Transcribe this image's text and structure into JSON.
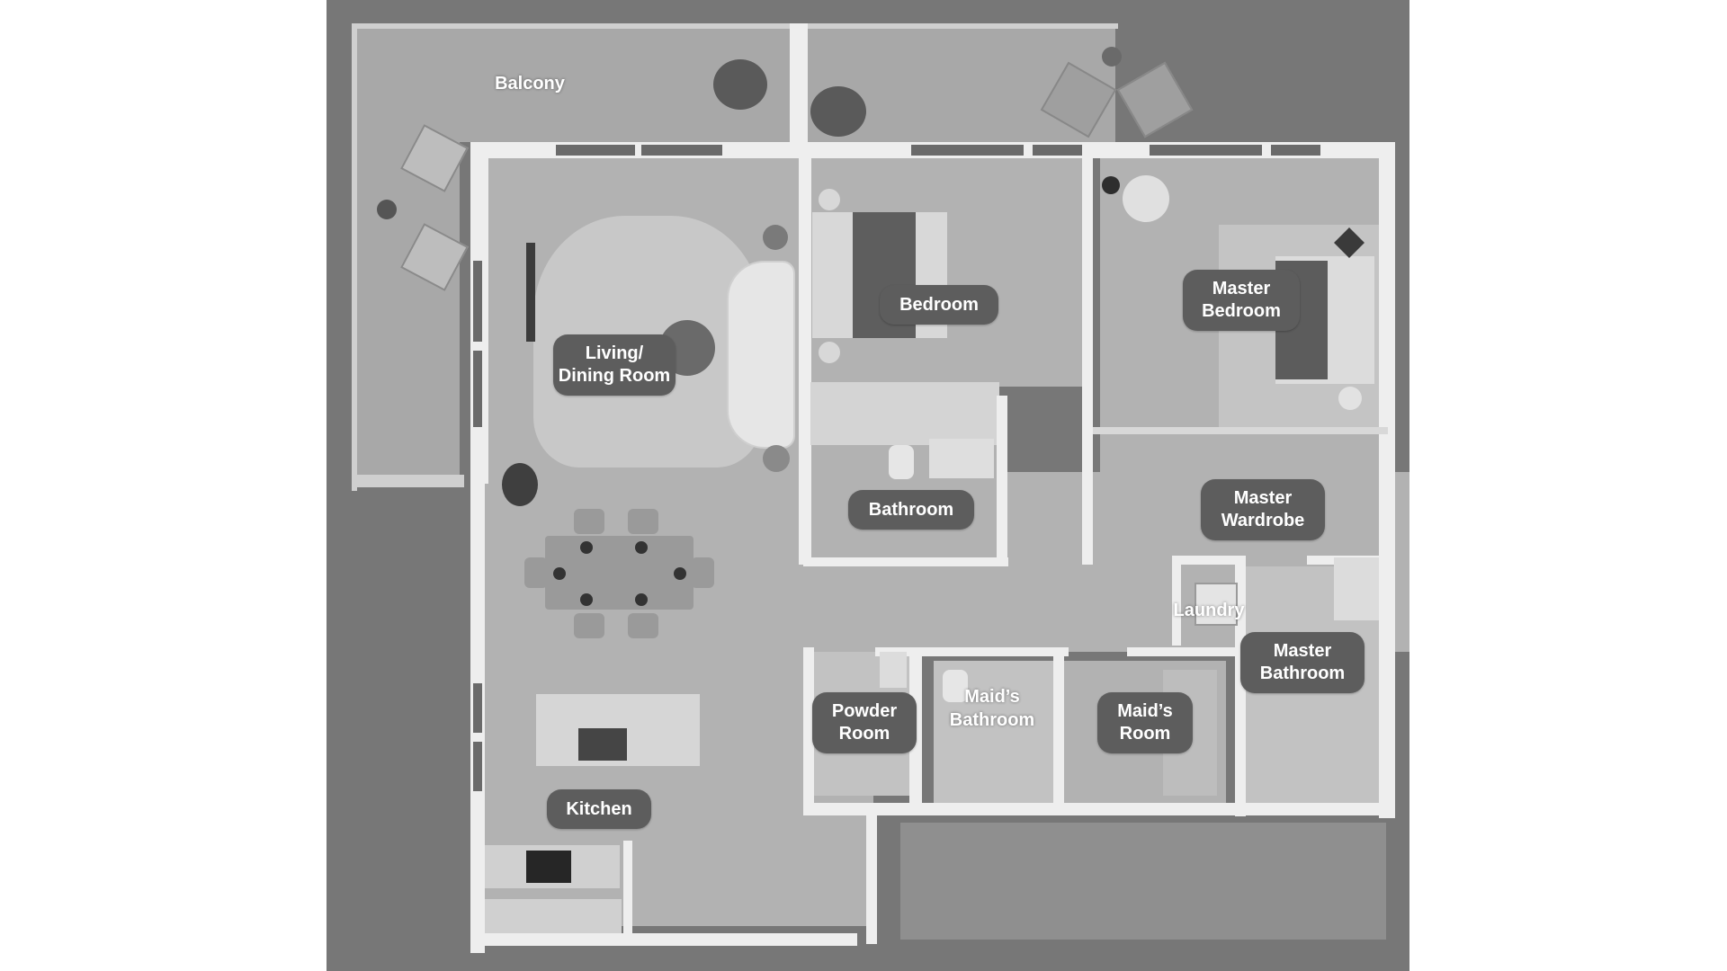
{
  "rooms": {
    "balcony": "Balcony",
    "living_dining_line1": "Living/",
    "living_dining_line2": "Dining Room",
    "bedroom": "Bedroom",
    "bathroom": "Bathroom",
    "master_bedroom_line1": "Master",
    "master_bedroom_line2": "Bedroom",
    "master_wardrobe_line1": "Master",
    "master_wardrobe_line2": "Wardrobe",
    "laundry": "Laundry",
    "master_bathroom_line1": "Master",
    "master_bathroom_line2": "Bathroom",
    "powder_room_line1": "Powder",
    "powder_room_line2": "Room",
    "maids_bathroom_line1": "Maid’s",
    "maids_bathroom_line2": "Bathroom",
    "maids_room_line1": "Maid’s",
    "maids_room_line2": "Room",
    "kitchen": "Kitchen"
  },
  "colors": {
    "background": "#777777",
    "walls": "#eeeeee",
    "floor": "#b2b2b2",
    "label_pill": "#5d5d5d",
    "label_text": "#ffffff"
  }
}
